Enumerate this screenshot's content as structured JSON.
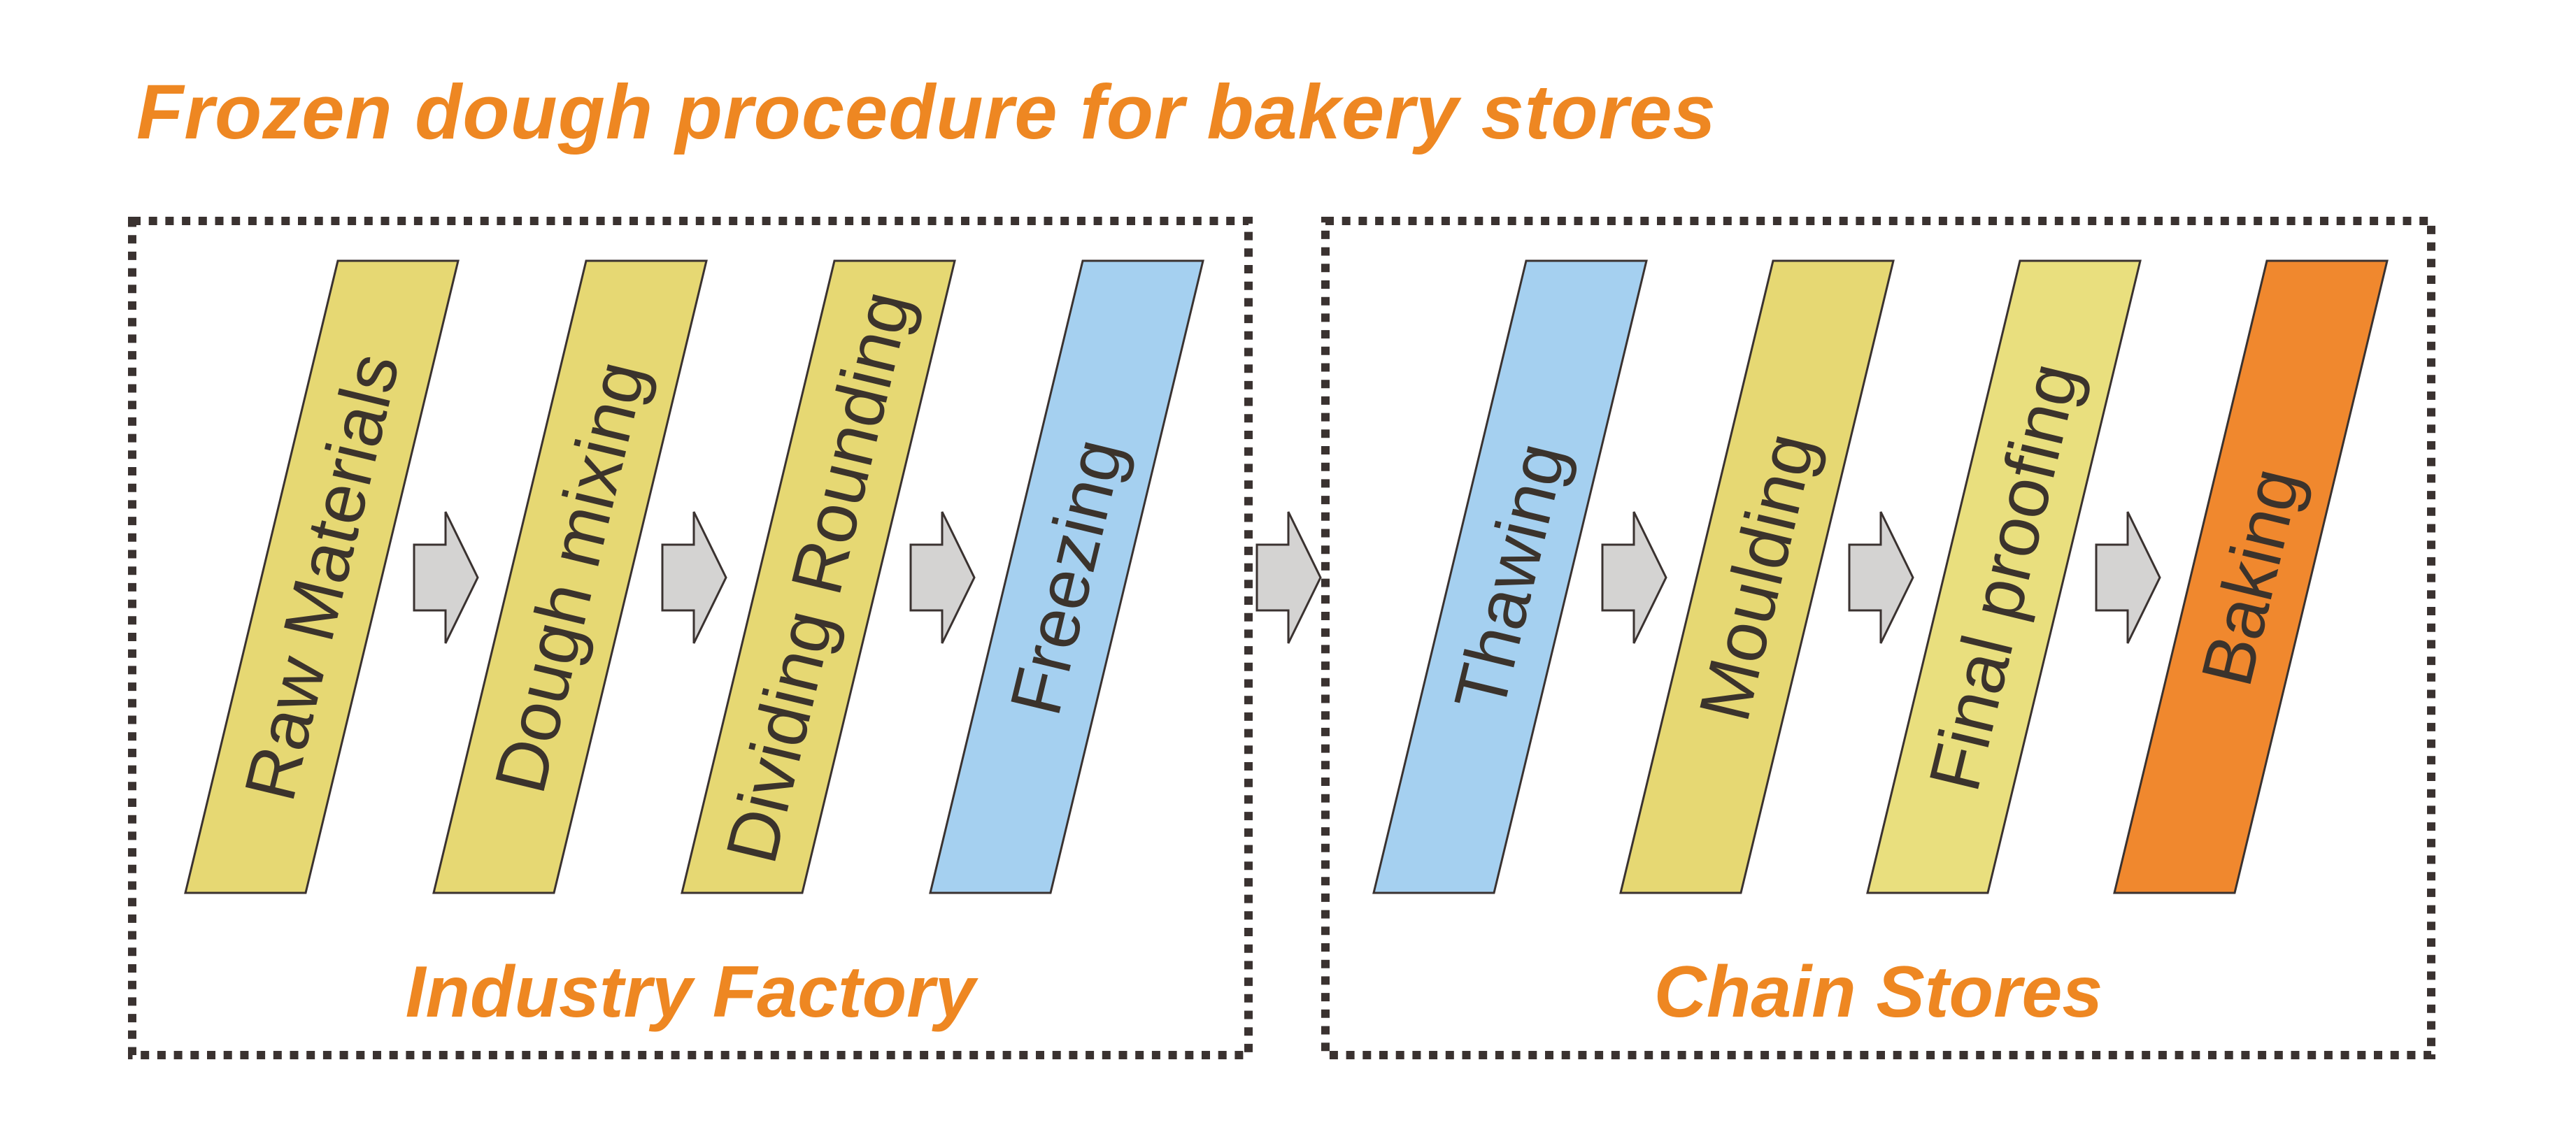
{
  "title": "Frozen dough procedure for bakery stores",
  "colors": {
    "accent_orange": "#EE8722",
    "step_yellow": "#E6D873",
    "step_blue": "#A5D0F0",
    "step_orange": "#F0882E",
    "arrow_fill": "#D4D3D2",
    "outline": "#3A3230",
    "step_text": "#3B332C",
    "border_dots": "#3A3230"
  },
  "sections": [
    {
      "name": "Industry Factory",
      "steps": [
        {
          "label": "Raw Materials",
          "fill": "#E6D873"
        },
        {
          "label": "Dough mixing",
          "fill": "#E6D873"
        },
        {
          "label": "Dividing Rounding",
          "fill": "#E6D873"
        },
        {
          "label": "Freezing",
          "fill": "#A5D0F0"
        }
      ]
    },
    {
      "name": "Chain Stores",
      "steps": [
        {
          "label": "Thawing",
          "fill": "#A5D0F0"
        },
        {
          "label": "Moulding",
          "fill": "#E6D873"
        },
        {
          "label": "Final proofing",
          "fill": "#E9DF7E"
        },
        {
          "label": "Baking",
          "fill": "#F0882E"
        }
      ]
    }
  ]
}
